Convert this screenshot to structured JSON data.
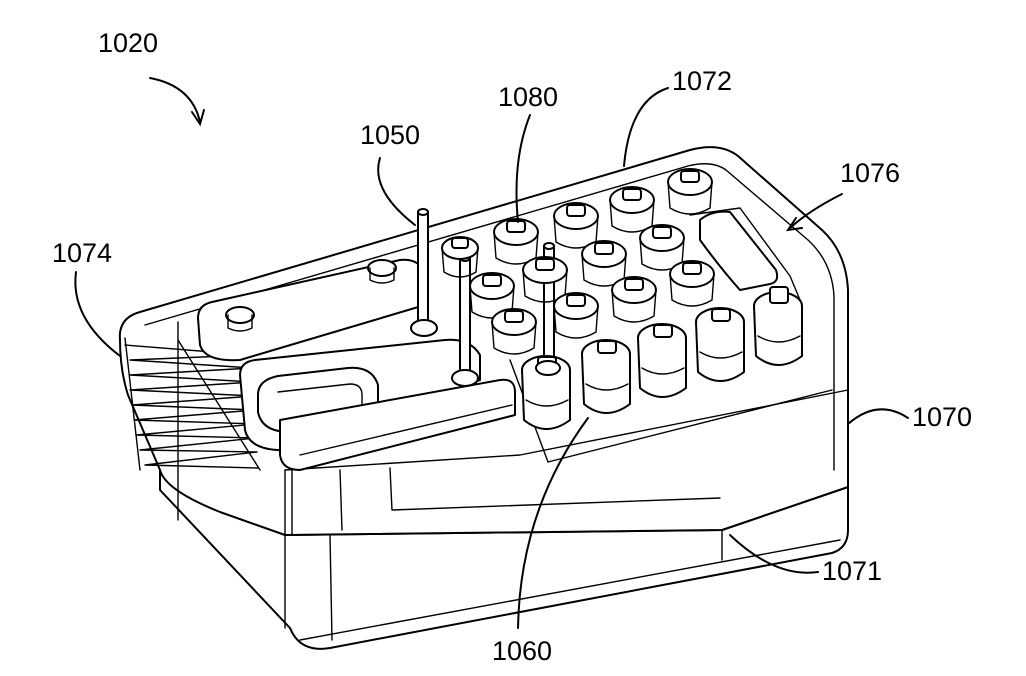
{
  "figure": {
    "labels": {
      "device": "1020",
      "pipette_tip": "1050",
      "tube": "1060",
      "lid_frame": "1070",
      "base": "1071",
      "top_plate": "1072",
      "heat_sink": "1074",
      "opening": "1076",
      "cap": "1080"
    }
  }
}
